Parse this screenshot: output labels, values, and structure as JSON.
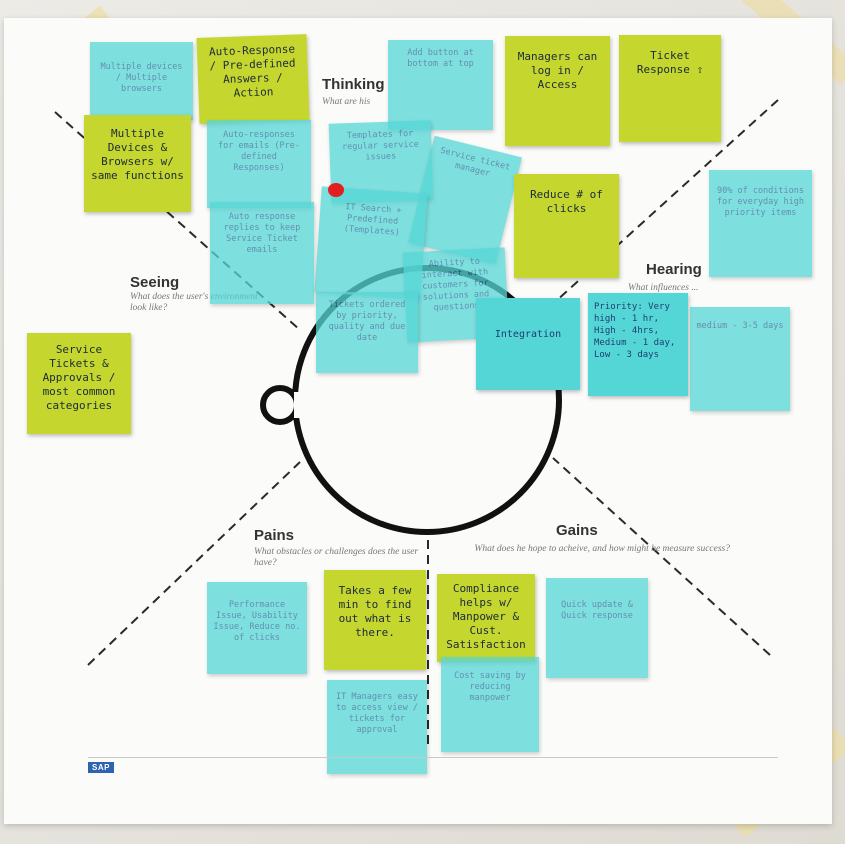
{
  "canvas": {
    "quadrants": {
      "thinking": {
        "title": "Thinking",
        "subtitle": "What are his"
      },
      "seeing": {
        "title": "Seeing",
        "subtitle": "What does the user's environment look like?"
      },
      "hearing": {
        "title": "Hearing",
        "subtitle": "What influences ... user?"
      },
      "pains": {
        "title": "Pains",
        "subtitle": "What obstacles or challenges does the user have?"
      },
      "gains": {
        "title": "Gains",
        "subtitle": "What does he hope to acheive, and how might he measure success?"
      }
    },
    "logo": "SAP"
  },
  "notes": {
    "multiple_devices_blue": "Multiple devices / Multiple browsers",
    "auto_response": "Auto-Response / Pre-defined Answers / Action",
    "multiple_devices_green": "Multiple Devices & Browsers w/ same functions",
    "auto_responses_emails": "Auto-responses for emails (Pre-defined Responses)",
    "auto_response_replies": "Auto response replies to keep Service Ticket emails",
    "button_top": "Add button at bottom at top",
    "managers_log_in": "Managers can log in / Access",
    "ticket_response": "Ticket Response ⇧",
    "templates": "Templates for regular service issues",
    "it_search": "IT Search + Predefined (Templates)",
    "reduce_clicks": "Reduce # of clicks",
    "service_ticket_manager": "Service ticket manager",
    "notes_percent": "90% of conditions for everyday high priority items",
    "interact": "Ability to interact with customers for solutions and questions",
    "tickets_ordered": "Tickets ordered by priority, quality and due date",
    "integration": "Integration",
    "priority": "Priority: Very high - 1 hr, High - 4hrs, Medium - 1 day, Low - 3 days",
    "medium_scale": "medium - 3-5 days",
    "service_tickets": "Service Tickets & Approvals / most common categories",
    "performance_issue": "Performance Issue, Usability Issue, Reduce no. of clicks",
    "takes_few_min": "Takes a few min to find out what is there.",
    "it_managers": "IT Managers easy to access view / tickets for approval",
    "compliance": "Compliance helps w/ Manpower & Cust. Satisfaction",
    "cost_saving": "Cost saving by reducing manpower",
    "quick_update": "Quick update & Quick response"
  }
}
